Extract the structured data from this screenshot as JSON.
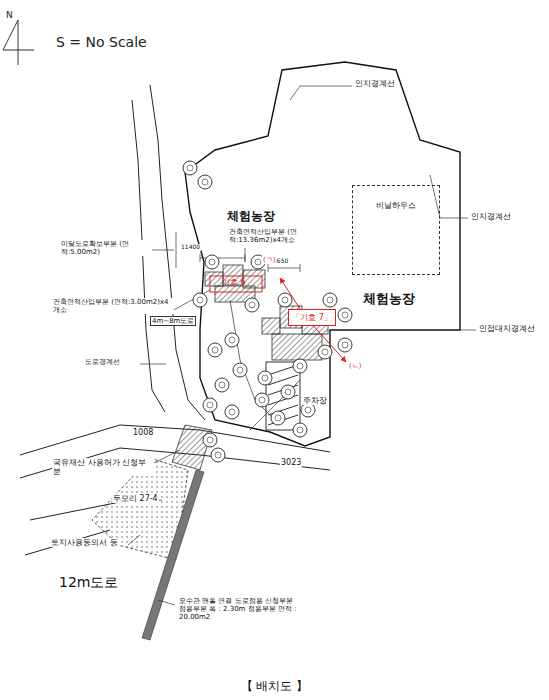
{
  "diagram": {
    "caption": "【 배치도 】",
    "nodes": [
      {
        "text": [
          "비닐하우스"
        ]
      },
      {
        "text": [
          "「기호 7」"
        ]
      }
    ],
    "labels": [
      "N",
      "S = No Scale",
      "인지경계선",
      "인지경계선",
      "체험농장",
      "체험농장",
      "인접대지경계선",
      "미달도로확보부분 (면적:5.00m2)",
      "11400",
      "건축면적산입부분 (면적:13.36m2)x4개소",
      "5650",
      "건축면적산입부분 (면적:3.00m2)x4개소",
      "「기호 6」",
      "(ㄱ)",
      "(ㄴ)",
      "도로경계선",
      "4m~8m도로",
      "주차장",
      "1008",
      "국유재산 사용허가 신청부분",
      "3023",
      "두모리 27-4",
      "토지사용동의서 등",
      "12m도로",
      "오수관 맨홀 연결 도로점용 신청부분 점용부분 폭 : 2.30m 점용부분 면적 : 20.00m2"
    ]
  }
}
